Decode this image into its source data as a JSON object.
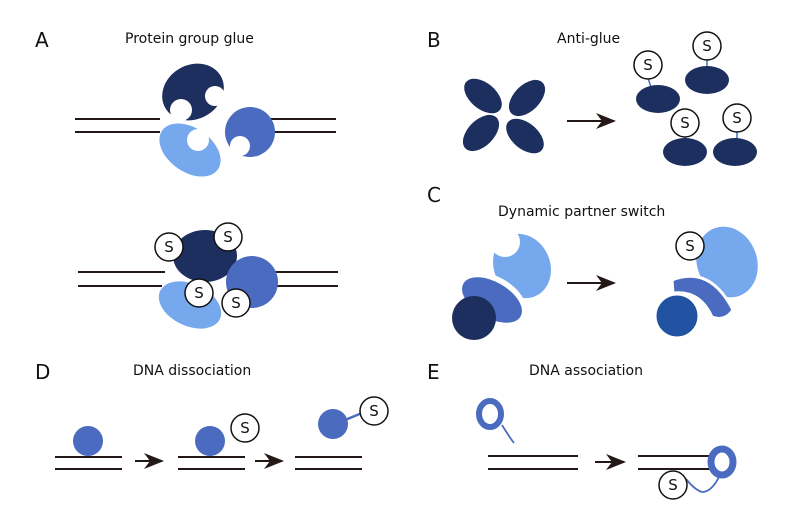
{
  "panels": [
    {
      "letter": "A",
      "title": "Protein group glue"
    },
    {
      "letter": "B",
      "title": "Anti-glue"
    },
    {
      "letter": "C",
      "title": "Dynamic partner switch"
    },
    {
      "letter": "D",
      "title": "DNA dissociation"
    },
    {
      "letter": "E",
      "title": "DNA association"
    }
  ],
  "sumo_label": "S",
  "colors": {
    "dark": "#1d2f5e",
    "medium": "#4a6bbf",
    "light": "#76a8ee",
    "royal": "#2253a3"
  }
}
